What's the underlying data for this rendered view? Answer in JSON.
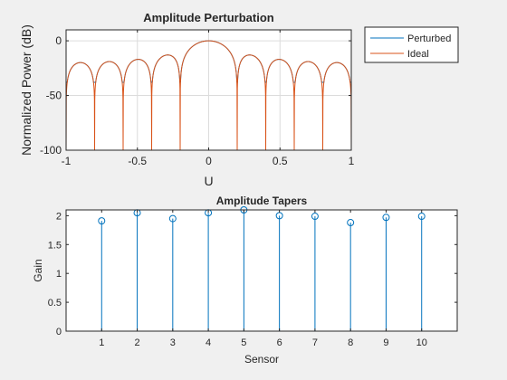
{
  "chart_data": [
    {
      "type": "line",
      "title": "Amplitude Perturbation",
      "xlabel": "U",
      "ylabel": "Normalized Power (dB)",
      "xlim": [
        -1,
        1
      ],
      "ylim": [
        -100,
        10
      ],
      "xticks": [
        -1,
        -0.5,
        0,
        0.5,
        1
      ],
      "xtick_labels": [
        "-1",
        "-0.5",
        "0",
        "0.5",
        "1"
      ],
      "yticks": [
        -100,
        -50,
        0
      ],
      "ytick_labels": [
        "-100",
        "-50",
        "0"
      ],
      "grid": true,
      "legend_position": "outside-top-right",
      "series": [
        {
          "name": "Perturbed",
          "color": "#0072BD",
          "formula": "array-factor-db",
          "n_sensors": 10,
          "floor": -100,
          "null_depth": -38
        },
        {
          "name": "Ideal",
          "color": "#D95319",
          "formula": "array-factor-db",
          "n_sensors": 10,
          "floor": -100
        }
      ]
    },
    {
      "type": "stem",
      "title": "Amplitude Tapers",
      "xlabel": "Sensor",
      "ylabel": "Gain",
      "xlim": [
        0,
        11
      ],
      "ylim": [
        0,
        2.1
      ],
      "xticks": [
        1,
        2,
        3,
        4,
        5,
        6,
        7,
        8,
        9,
        10
      ],
      "xtick_labels": [
        "1",
        "2",
        "3",
        "4",
        "5",
        "6",
        "7",
        "8",
        "9",
        "10"
      ],
      "yticks": [
        0,
        0.5,
        1,
        1.5,
        2
      ],
      "ytick_labels": [
        "0",
        "0.5",
        "1",
        "1.5",
        "2"
      ],
      "grid": false,
      "color": "#0072BD",
      "x": [
        1,
        2,
        3,
        4,
        5,
        6,
        7,
        8,
        9,
        10
      ],
      "values": [
        1.91,
        2.05,
        1.95,
        2.05,
        2.1,
        2.0,
        1.99,
        1.88,
        1.97,
        1.99
      ]
    }
  ]
}
